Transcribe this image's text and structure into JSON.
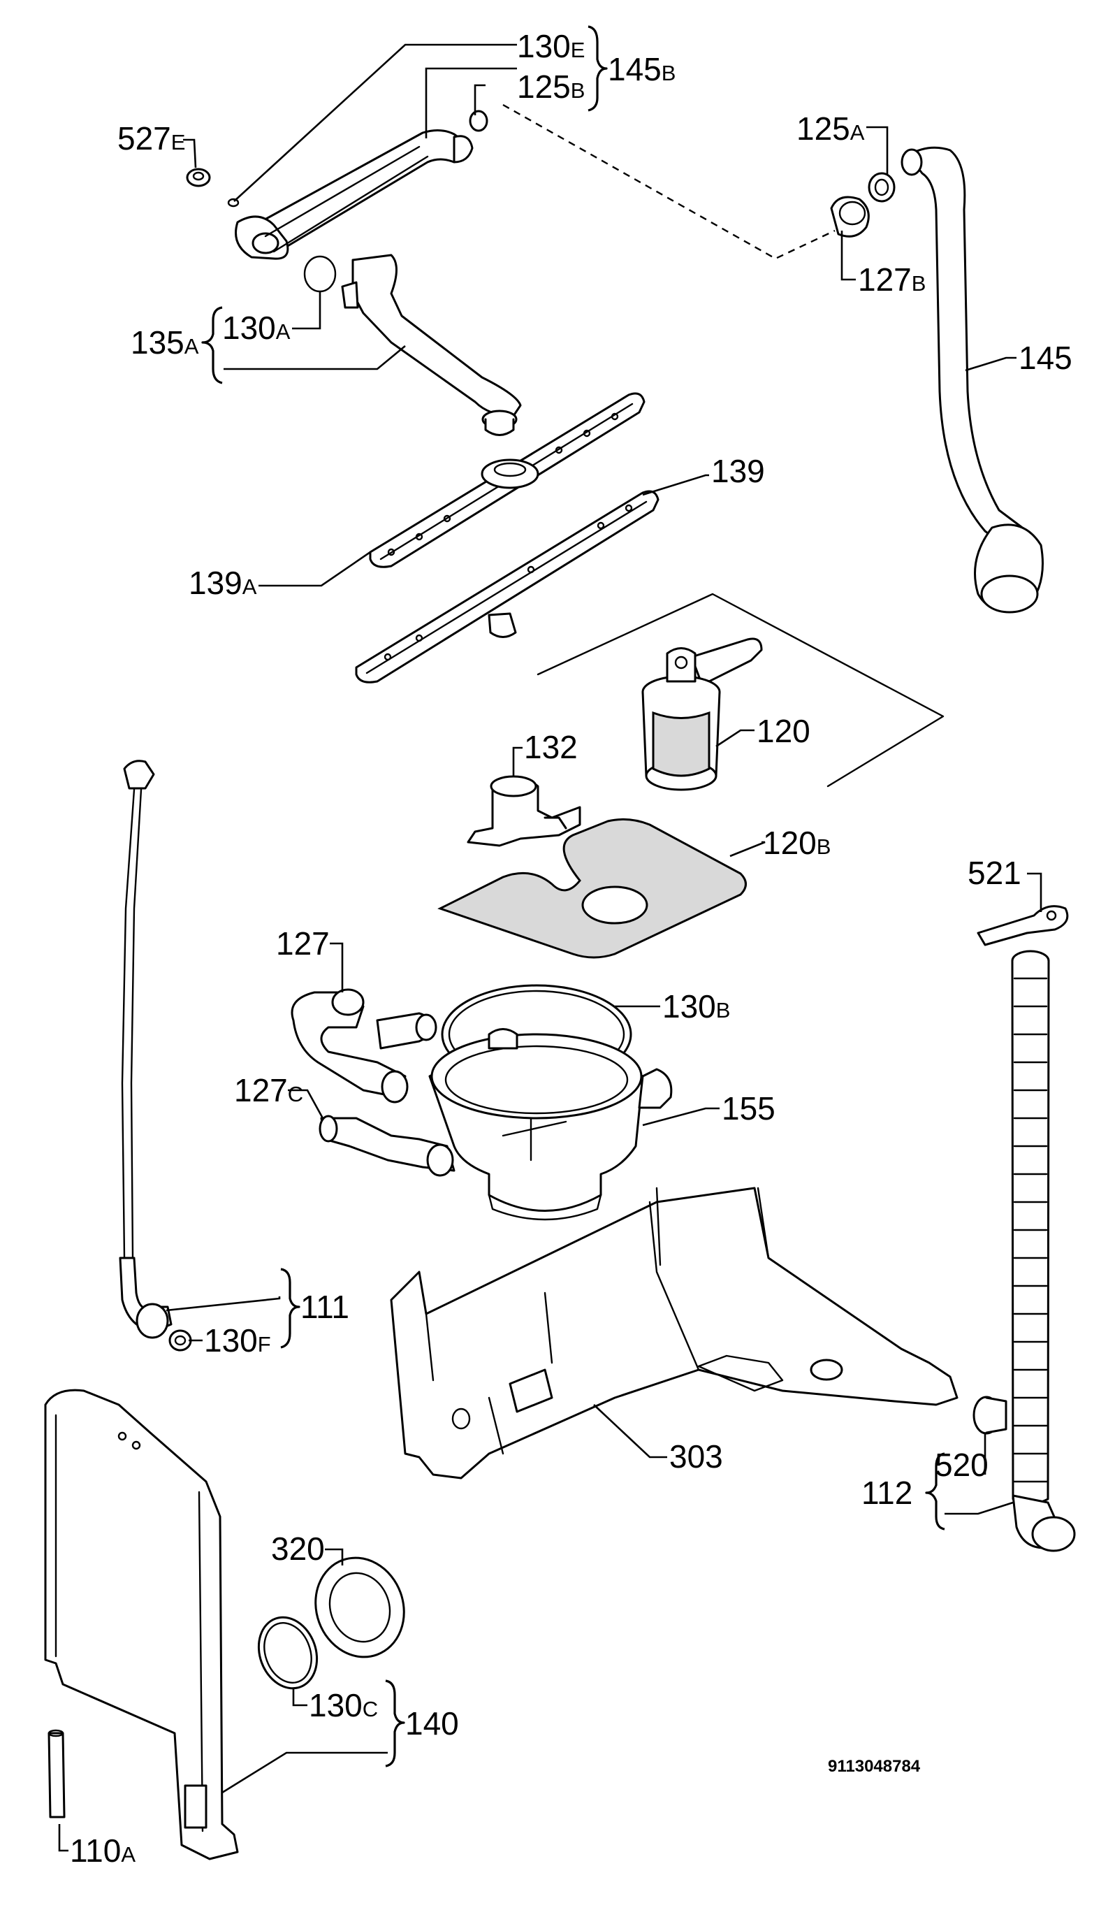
{
  "labels": {
    "l130e": {
      "num": "130",
      "suf": "E"
    },
    "l145b": {
      "num": "145",
      "suf": "B"
    },
    "l125b": {
      "num": "125",
      "suf": "B"
    },
    "l527e": {
      "num": "527",
      "suf": "E"
    },
    "l125a": {
      "num": "125",
      "suf": "A"
    },
    "l127b": {
      "num": "127",
      "suf": "B"
    },
    "l135a": {
      "num": "135",
      "suf": "A"
    },
    "l130a": {
      "num": "130",
      "suf": "A"
    },
    "l145": {
      "num": "145",
      "suf": ""
    },
    "l139": {
      "num": "139",
      "suf": ""
    },
    "l139a": {
      "num": "139",
      "suf": "A"
    },
    "l120": {
      "num": "120",
      "suf": ""
    },
    "l132": {
      "num": "132",
      "suf": ""
    },
    "l120b": {
      "num": "120",
      "suf": "B"
    },
    "l521": {
      "num": "521",
      "suf": ""
    },
    "l127": {
      "num": "127",
      "suf": ""
    },
    "l130b": {
      "num": "130",
      "suf": "B"
    },
    "l127c": {
      "num": "127",
      "suf": "C"
    },
    "l155": {
      "num": "155",
      "suf": ""
    },
    "l111": {
      "num": "111",
      "suf": ""
    },
    "l130f": {
      "num": "130",
      "suf": "F"
    },
    "l303": {
      "num": "303",
      "suf": ""
    },
    "l112": {
      "num": "112",
      "suf": ""
    },
    "l520": {
      "num": "520",
      "suf": ""
    },
    "l320": {
      "num": "320",
      "suf": ""
    },
    "l130c": {
      "num": "130",
      "suf": "C"
    },
    "l140": {
      "num": "140",
      "suf": ""
    },
    "l110a": {
      "num": "110",
      "suf": "A"
    }
  },
  "document_number": "9113048784"
}
